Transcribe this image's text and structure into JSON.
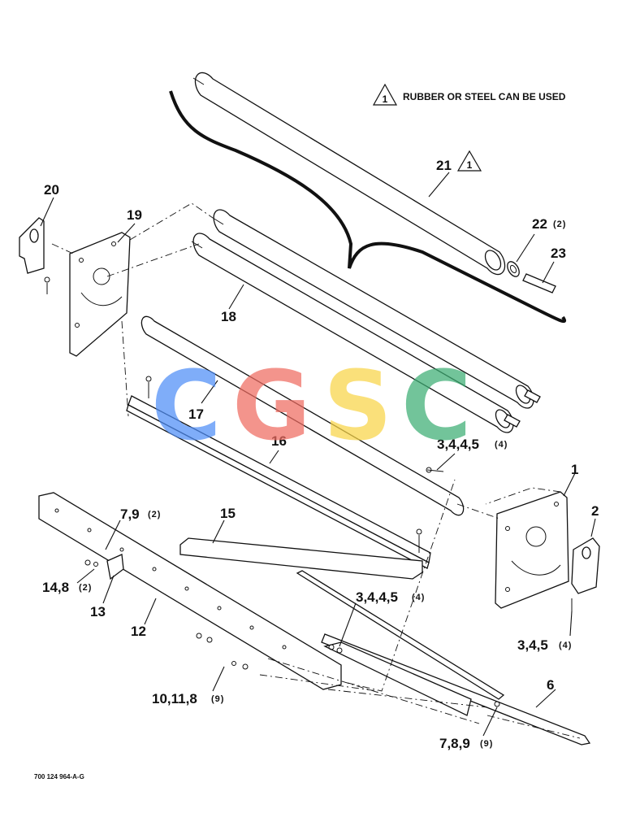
{
  "note": {
    "symbol": "1",
    "text": "RUBBER OR STEEL CAN BE USED"
  },
  "callouts": {
    "c21": {
      "label": "21",
      "flag": "1"
    },
    "c22": {
      "label": "22",
      "qty": "(2)"
    },
    "c23": {
      "label": "23"
    },
    "c20": {
      "label": "20"
    },
    "c19": {
      "label": "19"
    },
    "c18": {
      "label": "18"
    },
    "c17": {
      "label": "17"
    },
    "c16": {
      "label": "16"
    },
    "c3445a": {
      "label": "3,4,4,5",
      "qty": "(4)"
    },
    "c1": {
      "label": "1"
    },
    "c2": {
      "label": "2"
    },
    "c15": {
      "label": "15"
    },
    "c79": {
      "label": "7,9",
      "qty": "(2)"
    },
    "c148": {
      "label": "14,8",
      "qty": "(2)"
    },
    "c13": {
      "label": "13"
    },
    "c12": {
      "label": "12"
    },
    "c3445b": {
      "label": "3,4,4,5",
      "qty": "(4)"
    },
    "c345": {
      "label": "3,4,5",
      "qty": "(4)"
    },
    "c6": {
      "label": "6"
    },
    "c10118": {
      "label": "10,11,8",
      "qty": "(9)"
    },
    "c789": {
      "label": "7,8,9",
      "qty": "(9)"
    }
  },
  "doc_number": "700 124 964-A-G",
  "watermark": {
    "letters": [
      "C",
      "G",
      "S",
      "C"
    ],
    "colors": [
      "#4f8ef7",
      "#ef6b61",
      "#f9d548",
      "#3dae74"
    ]
  }
}
